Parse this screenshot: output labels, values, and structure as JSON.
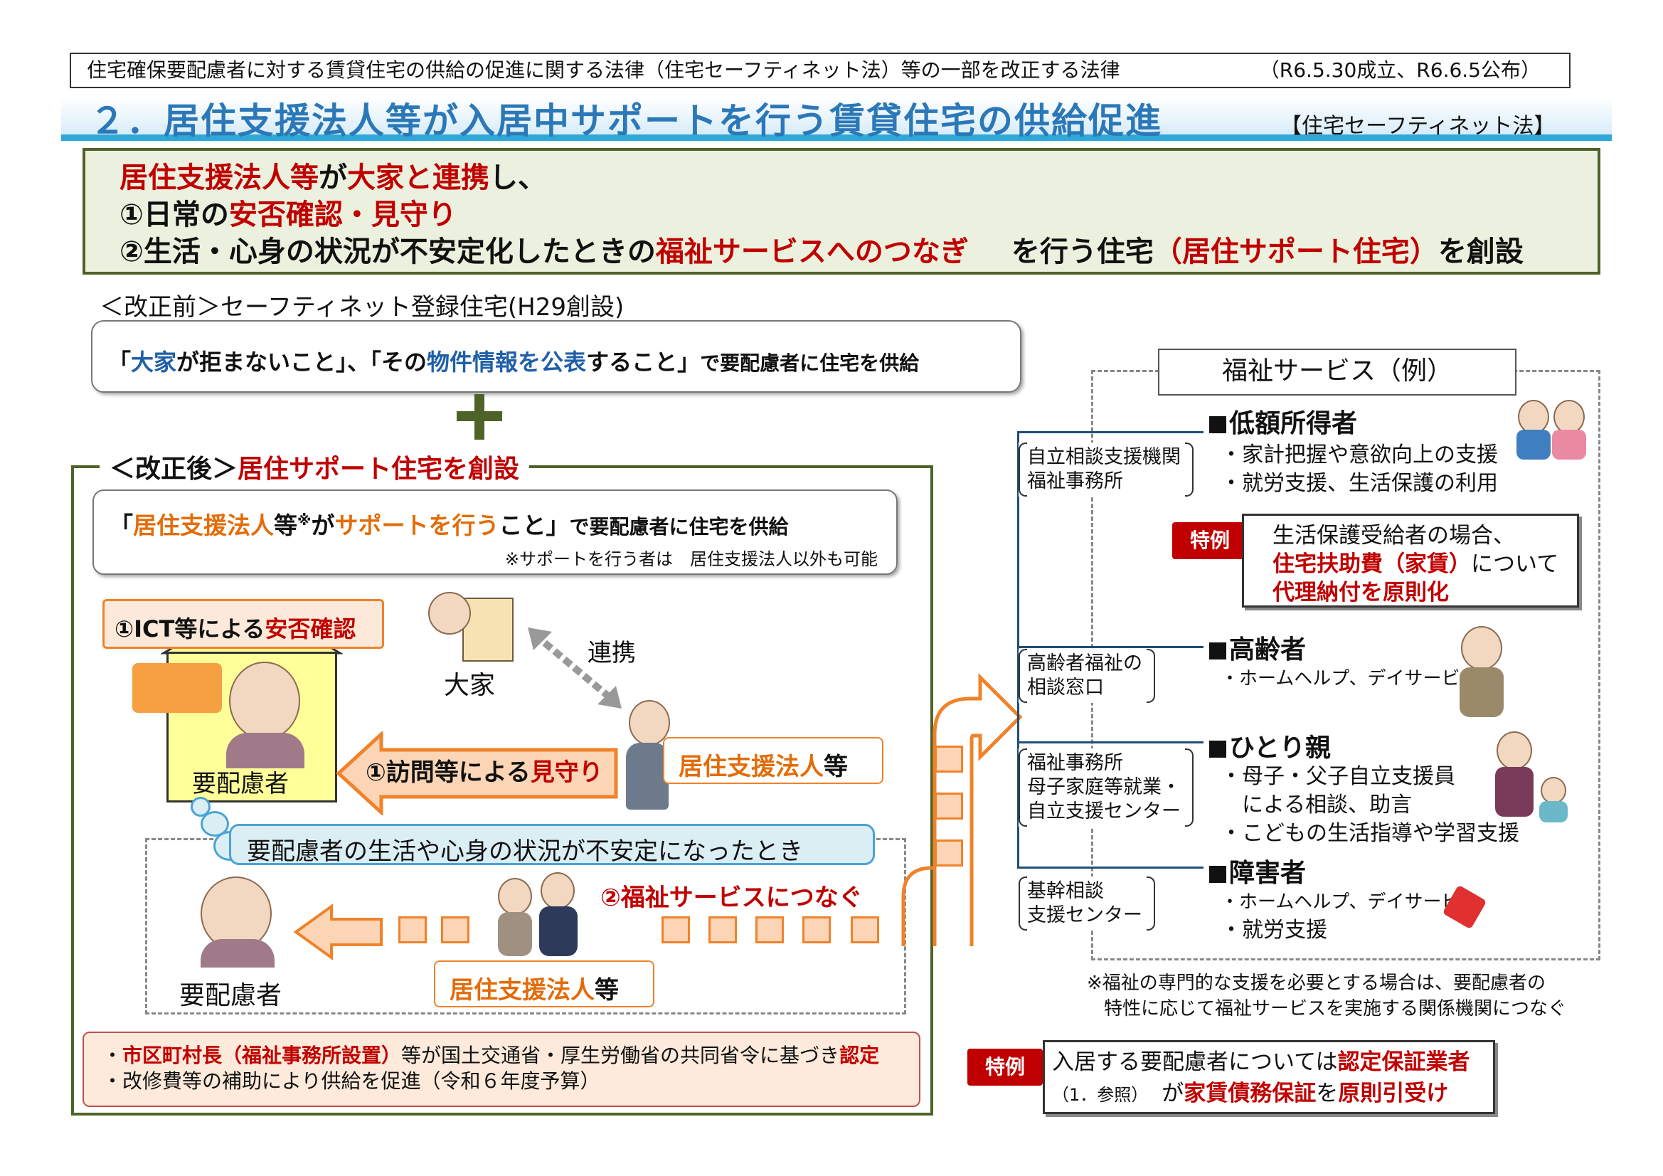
{
  "header": {
    "law_title": "住宅確保要配慮者に対する賃貸住宅の供給の促進に関する法律（住宅セーフティネット法）等の一部を改正する法律",
    "law_date": "（R6.5.30成立、R6.6.5公布）",
    "main_title": "２．居住支援法人等が入居中サポートを行う賃貸住宅の供給促進",
    "title_tag": "【住宅セーフティネット法】"
  },
  "summary": {
    "l1_a": "居住支援法人等",
    "l1_b": "が",
    "l1_c": "大家と連携",
    "l1_d": "し、",
    "l2_a": "①日常の",
    "l2_b": "安否確認・見守り",
    "l3_a": "②生活・心身の状況が不安定化したときの",
    "l3_b": "福祉サービスへのつなぎ",
    "l3_c": "を行う住宅",
    "l3_d": "（居住サポート住宅）",
    "l3_e": "を創設"
  },
  "before": {
    "heading": "＜改正前＞セーフティネット登録住宅(H29創設)",
    "p1": "「",
    "p2": "大家",
    "p3": "が拒まないこと」、「その",
    "p4": "物件情報を公表",
    "p5": "すること」",
    "p6": "で要配慮者に住宅を供給"
  },
  "after": {
    "heading_a": "＜改正後＞",
    "heading_b": "居住サポート住宅を創設",
    "box_p1": "「",
    "box_p2": "居住支援法人",
    "box_p3": "等",
    "box_p4": "※",
    "box_p5": "が",
    "box_p6": "サポートを行う",
    "box_p7": "こと」",
    "box_p8": "で要配慮者に住宅を供給",
    "box_note": "※サポートを行う者は　居住支援法人以外も可能",
    "ict_a": "①ICT等による",
    "ict_b": "安否確認",
    "person_label": "要配慮者",
    "ooya": "大家",
    "renkei": "連携",
    "visit_a": "①訪問等による",
    "visit_b": "見守り",
    "kyoju_a": "居住支援法人",
    "kyoju_b": "等",
    "unstable": "要配慮者の生活や心身の状況が不安定になったとき",
    "connect": "②福祉サービスにつなぐ",
    "person2_label": "要配慮者",
    "note1_a": "・",
    "note1_b": "市区町村長",
    "note1_c": "（福祉事務所設置）",
    "note1_d": "等が国土交通省・厚生労働省の共同省令に基づき",
    "note1_e": "認定",
    "note2": "・改修費等の補助により供給を促進（令和６年度予算）"
  },
  "welfare": {
    "title": "福祉サービス（例）",
    "agency1": [
      "自立相談支援機関",
      "福祉事務所"
    ],
    "agency2": [
      "高齢者福祉の",
      "相談窓口"
    ],
    "agency3": [
      "福祉事務所",
      "母子家庭等就業・",
      "自立支援センター"
    ],
    "agency4": [
      "基幹相談",
      "支援センター"
    ],
    "cat1": "低額所得者",
    "cat1_items": [
      "・家計把握や意欲向上の支援",
      "・就労支援、生活保護の利用"
    ],
    "cat2": "高齢者",
    "cat2_items": [
      "・ホームヘルプ、デイサービス"
    ],
    "cat3": "ひとり親",
    "cat3_items": [
      "・母子・父子自立支援員",
      "　による相談、助言",
      "・こどもの生活指導や学習支援"
    ],
    "cat4": "障害者",
    "cat4_items": [
      "・ホームヘルプ、デイサービス",
      "・就労支援"
    ],
    "tokurei_label": "特例",
    "tok1_l1": "生活保護受給者の場合、",
    "tok1_l2a": "住宅扶助費（家賃）",
    "tok1_l2b": "について",
    "tok1_l3": "代理納付を原則化",
    "note_l1": "※福祉の専門的な支援を必要とする場合は、要配慮者の",
    "note_l2": "特性に応じて福祉サービスを実施する関係機関につなぐ",
    "tok2_l1a": "入居する要配慮者については",
    "tok2_l1b": "認定保証業者",
    "tok2_l2a": "（1．参照）",
    "tok2_l2b": "が",
    "tok2_l2c": "家賃債務保証",
    "tok2_l2d": "を",
    "tok2_l2e": "原則引受け"
  },
  "colors": {
    "title_blue": "#2b78b8",
    "accent_red": "#c00000",
    "accent_orange": "#e36c09",
    "frame_green": "#4f6228",
    "summary_bg": "#ebf1de"
  }
}
